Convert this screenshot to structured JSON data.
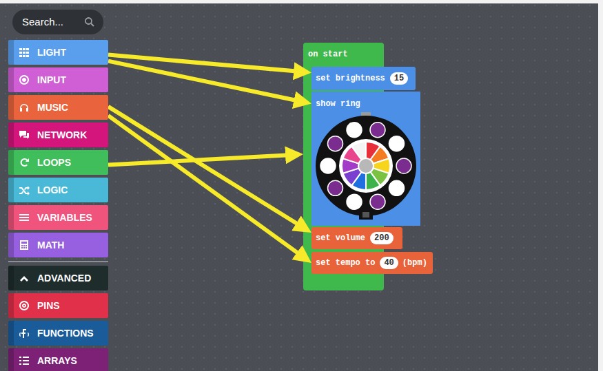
{
  "diagram": {
    "nodes": [
      {
        "text": [
          "Search..."
        ]
      },
      {
        "text": [
          "LIGHT"
        ]
      },
      {
        "text": [
          "INPUT"
        ]
      },
      {
        "text": [
          "MUSIC"
        ]
      },
      {
        "text": [
          "NETWORK"
        ]
      },
      {
        "text": [
          "LOOPS"
        ]
      },
      {
        "text": [
          "LOGIC"
        ]
      },
      {
        "text": [
          "VARIABLES"
        ]
      },
      {
        "text": [
          "MATH"
        ]
      },
      {
        "text": [
          "ADVANCED"
        ]
      },
      {
        "text": [
          "PINS"
        ]
      },
      {
        "text": [
          "FUNCTIONS"
        ]
      },
      {
        "text": [
          "ARRAYS"
        ]
      },
      {
        "text": [
          "on start"
        ]
      },
      {
        "text": [
          "set brightness",
          "15"
        ],
        "in": 13
      },
      {
        "text": [
          "show ring"
        ],
        "in": 13
      },
      {
        "text": [
          "set volume",
          "200"
        ],
        "in": 13
      },
      {
        "text": [
          "set tempo to",
          "40",
          "(bpm)"
        ],
        "in": 13
      }
    ],
    "edges": [
      {
        "from": 1,
        "to": 14,
        "arrow": "to"
      },
      {
        "from": 1,
        "to": 15,
        "arrow": "to"
      },
      {
        "from": 5,
        "to": 13,
        "arrow": "to"
      },
      {
        "from": 3,
        "to": 16,
        "arrow": "to"
      },
      {
        "from": 3,
        "to": 17,
        "arrow": "to"
      }
    ]
  }
}
